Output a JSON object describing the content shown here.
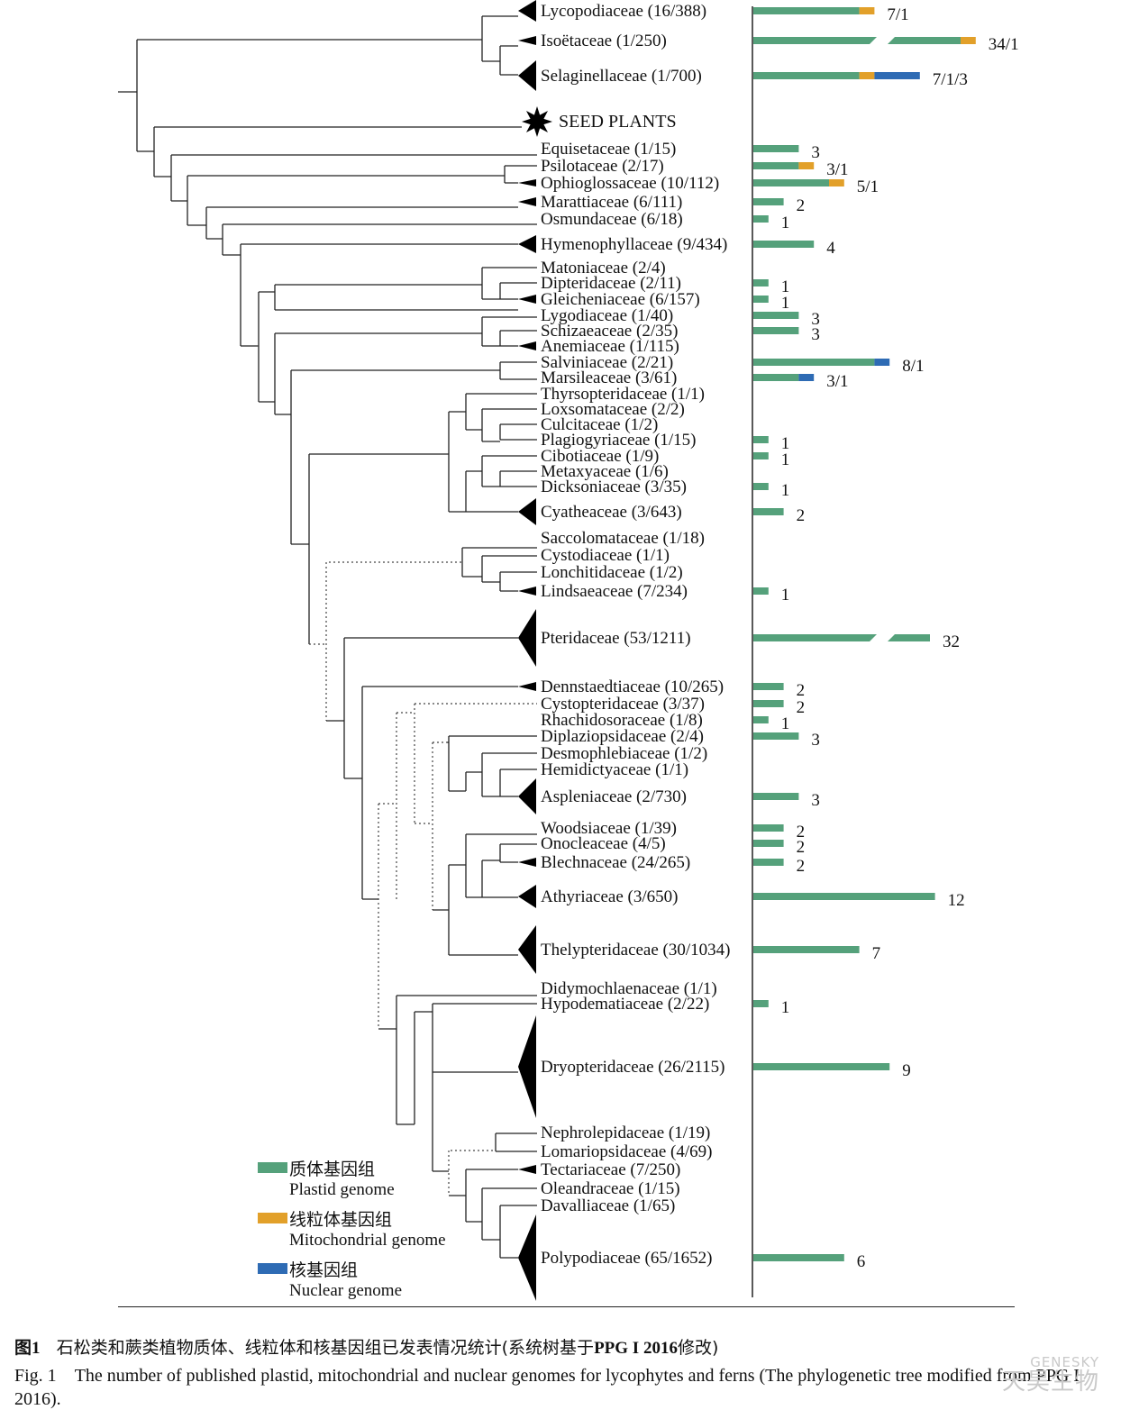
{
  "colors": {
    "plastid": "#55a17b",
    "mitochondrial": "#e2a02a",
    "nuclear": "#2e6bb4",
    "line": "#222222"
  },
  "chart_data": {
    "type": "bar",
    "categories": [
      "Lycopodiaceae (16/388)",
      "Isoëtaceae (1/250)",
      "Selaginellaceae (1/700)",
      "SEED PLANTS",
      "Equisetaceae (1/15)",
      "Psilotaceae (2/17)",
      "Ophioglossaceae (10/112)",
      "Marattiaceae (6/111)",
      "Osmundaceae (6/18)",
      "Hymenophyllaceae (9/434)",
      "Matoniaceae (2/4)",
      "Dipteridaceae (2/11)",
      "Gleicheniaceae (6/157)",
      "Lygodiaceae (1/40)",
      "Schizaeaceae (2/35)",
      "Anemiaceae (1/115)",
      "Salviniaceae (2/21)",
      "Marsileaceae (3/61)",
      "Thyrsopteridaceae (1/1)",
      "Loxsomataceae (2/2)",
      "Culcitaceae (1/2)",
      "Plagiogyriaceae (1/15)",
      "Cibotiaceae (1/9)",
      "Metaxyaceae (1/6)",
      "Dicksoniaceae (3/35)",
      "Cyatheaceae (3/643)",
      "Saccolomataceae (1/18)",
      "Cystodiaceae (1/1)",
      "Lonchitidaceae (1/2)",
      "Lindsaeaceae (7/234)",
      "Pteridaceae (53/1211)",
      "Dennstaedtiaceae (10/265)",
      "Cystopteridaceae (3/37)",
      "Rhachidosoraceae (1/8)",
      "Diplaziopsidaceae (2/4)",
      "Desmophlebiaceae (1/2)",
      "Hemidictyaceae (1/1)",
      "Aspleniaceae (2/730)",
      "Woodsiaceae (1/39)",
      "Onocleaceae (4/5)",
      "Blechnaceae (24/265)",
      "Athyriaceae (3/650)",
      "Thelypteridaceae (30/1034)",
      "Didymochlaenaceae (1/1)",
      "Hypodematiaceae (2/22)",
      "Dryopteridaceae (26/2115)",
      "Nephrolepidaceae (1/19)",
      "Lomariopsidaceae (4/69)",
      "Tectariaceae (7/250)",
      "Oleandraceae (1/15)",
      "Davalliaceae (1/65)",
      "Polypodiaceae (65/1652)"
    ],
    "series": [
      {
        "name": "Plastid genome",
        "values": [
          7,
          34,
          7,
          0,
          3,
          3,
          5,
          2,
          1,
          4,
          0,
          1,
          1,
          3,
          3,
          0,
          8,
          3,
          0,
          0,
          0,
          1,
          1,
          0,
          1,
          2,
          0,
          0,
          0,
          1,
          32,
          2,
          2,
          1,
          3,
          0,
          0,
          3,
          2,
          2,
          2,
          12,
          7,
          0,
          1,
          9,
          0,
          0,
          0,
          0,
          0,
          6
        ]
      },
      {
        "name": "Mitochondrial genome",
        "values": [
          1,
          1,
          1,
          0,
          0,
          1,
          1,
          0,
          0,
          0,
          0,
          0,
          0,
          0,
          0,
          0,
          0,
          0,
          0,
          0,
          0,
          0,
          0,
          0,
          0,
          0,
          0,
          0,
          0,
          0,
          0,
          0,
          0,
          0,
          0,
          0,
          0,
          0,
          0,
          0,
          0,
          0,
          0,
          0,
          0,
          0,
          0,
          0,
          0,
          0,
          0,
          0
        ]
      },
      {
        "name": "Nuclear genome",
        "values": [
          0,
          0,
          3,
          0,
          0,
          0,
          0,
          0,
          0,
          0,
          0,
          0,
          0,
          0,
          0,
          0,
          1,
          1,
          0,
          0,
          0,
          0,
          0,
          0,
          0,
          0,
          0,
          0,
          0,
          0,
          0,
          0,
          0,
          0,
          0,
          0,
          0,
          0,
          0,
          0,
          0,
          0,
          0,
          0,
          0,
          0,
          0,
          0,
          0,
          0,
          0,
          0
        ]
      }
    ],
    "data_labels": [
      "7/1",
      "34/1",
      "7/1/3",
      "",
      "3",
      "3/1",
      "5/1",
      "2",
      "1",
      "4",
      "",
      "1",
      "1",
      "3",
      "3",
      "",
      "8/1",
      "3/1",
      "",
      "",
      "",
      "1",
      "1",
      "",
      "1",
      "2",
      "",
      "",
      "",
      "1",
      "32",
      "2",
      "2",
      "1",
      "3",
      "",
      "",
      "3",
      "2",
      "2",
      "2",
      "12",
      "7",
      "",
      "1",
      "9",
      "",
      "",
      "",
      "",
      "",
      "6"
    ],
    "broken_axis": [
      "Isoëtaceae (1/250)",
      "Pteridaceae (53/1211)"
    ],
    "title": "",
    "xlabel": "",
    "ylabel": ""
  },
  "legend": [
    {
      "key": "plastid",
      "zh": "质体基因组",
      "en": "Plastid genome"
    },
    {
      "key": "mitochondrial",
      "zh": "线粒体基因组",
      "en": "Mitochondrial genome"
    },
    {
      "key": "nuclear",
      "zh": "核基因组",
      "en": "Nuclear genome"
    }
  ],
  "caption": {
    "zh_label": "图1",
    "zh_text": "石松类和蕨类植物质体、线粒体和核基因组已发表情况统计(系统树基于",
    "zh_bold": "PPG I 2016",
    "zh_end": "修改)",
    "en_label": "Fig. 1",
    "en_text": "The number of published plastid, mitochondrial and nuclear genomes for lycophytes and ferns (The phylogenetic tree modified from PPG I 2016)."
  },
  "watermark": {
    "text": "天昊生物",
    "small": "GENESKY"
  }
}
